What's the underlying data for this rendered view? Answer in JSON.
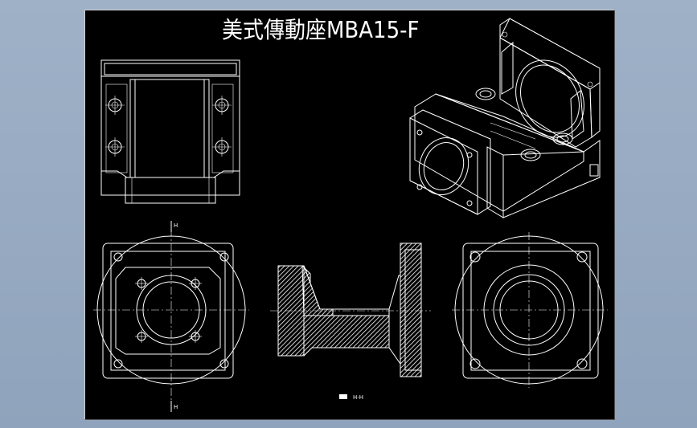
{
  "drawing": {
    "title": "美式傳動座MBA15-F",
    "section_mark_top": "H",
    "section_mark_bottom": "H",
    "section_caption": "H-H",
    "colors": {
      "background": "#000000",
      "lines": "#ffffff",
      "frame": "#9fb1c7"
    }
  }
}
